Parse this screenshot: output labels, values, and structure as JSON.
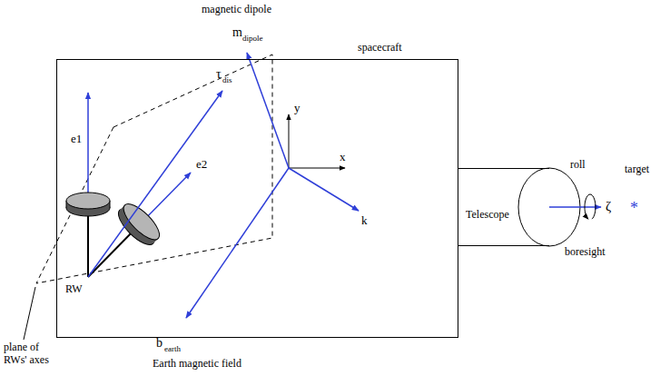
{
  "diagram": {
    "nodes": [
      {
        "text": [
          "spacecraft"
        ]
      },
      {
        "text": [
          "Telescope"
        ]
      }
    ],
    "labels": [
      "magnetic dipole",
      "m",
      "dipole",
      "τ",
      "dis",
      "e1",
      "e2",
      "y",
      "x",
      "k",
      "RW",
      "roll",
      "ζ",
      "boresight",
      "target",
      "*",
      "plane of RWs' axes",
      "b",
      "earth",
      "Earth magnetic field"
    ]
  }
}
